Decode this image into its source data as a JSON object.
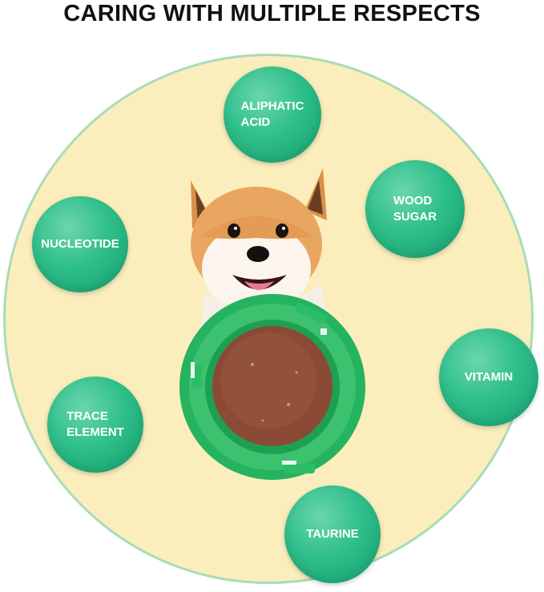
{
  "title": "CARING WITH MULTIPLE RESPECTS",
  "badges": {
    "aliphatic": "ALIPHATIC\nACID",
    "wood_sugar": "WOOD\nSUGAR",
    "nucleotide": "NUCLEOTIDE",
    "vitamin": "VITAMIN",
    "trace_element": "TRACE\nELEMENT",
    "taurine": "TAURINE"
  },
  "colors": {
    "background_circle": "#fbeebc",
    "badge_green": "#2fbf8a",
    "lick_pad_green": "#25b35f",
    "treat_brown": "#8a4a35"
  }
}
